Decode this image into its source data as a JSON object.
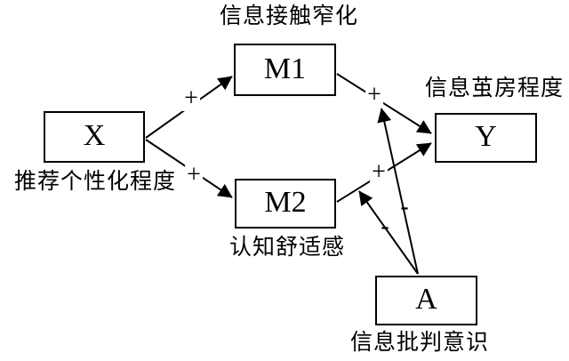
{
  "figure": {
    "background_color": "#ffffff",
    "line_color": "#000000",
    "text_color": "#000000"
  },
  "nodes": {
    "x": {
      "letter": "X",
      "caption": "推荐个性化程度"
    },
    "m1": {
      "letter": "M1",
      "caption": "信息接触窄化"
    },
    "m2": {
      "letter": "M2",
      "caption": "认知舒适感"
    },
    "y": {
      "letter": "Y",
      "caption": "信息茧房程度"
    },
    "a": {
      "letter": "A",
      "caption": "信息批判意识"
    }
  },
  "edges": {
    "x_to_m1": {
      "sign": "+"
    },
    "x_to_m2": {
      "sign": "+"
    },
    "m1_to_y": {
      "sign": "+"
    },
    "m2_to_y": {
      "sign": "+"
    },
    "a_to_m1y": {
      "sign": "-"
    },
    "a_to_m2y": {
      "sign": "-"
    }
  }
}
